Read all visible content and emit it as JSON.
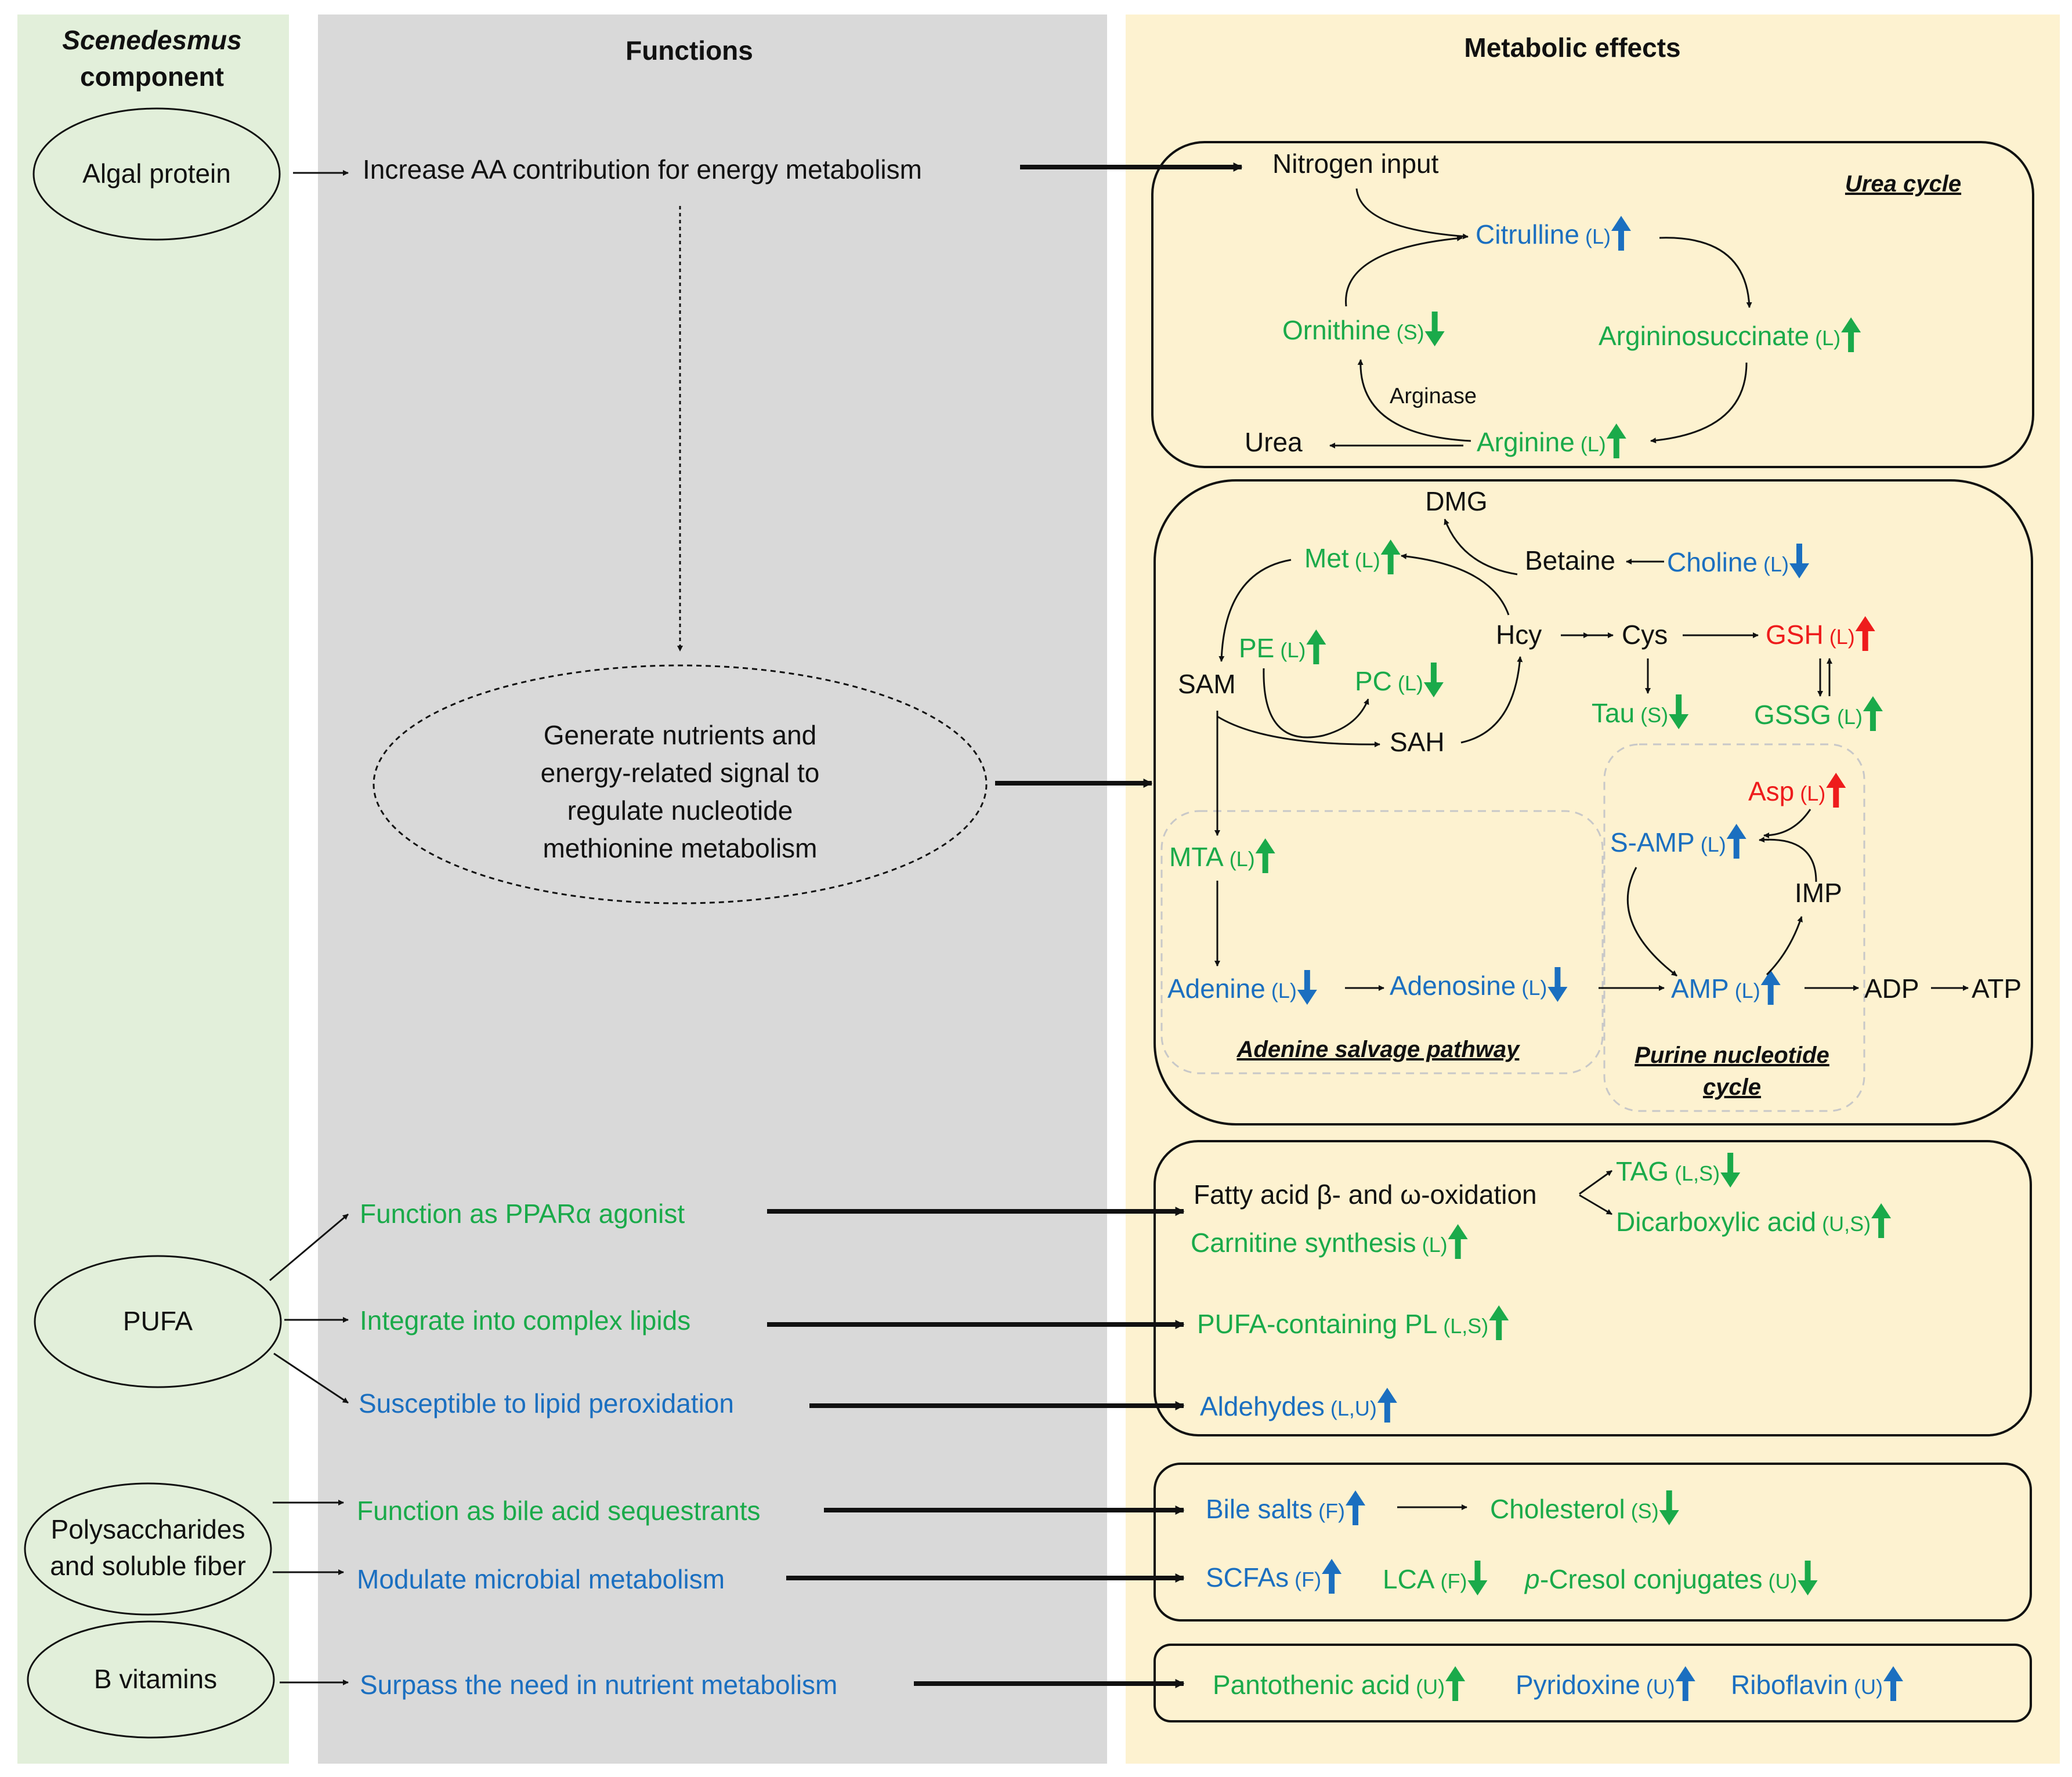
{
  "colors": {
    "green_text": "#1aaa4a",
    "blue_text": "#1b6fc0",
    "red_text": "#ee1c1c",
    "black_text": "#111111",
    "up_green": "#1aaa4a",
    "down_green": "#1aaa4a",
    "up_blue": "#1b6fc0",
    "down_blue": "#1b6fc0",
    "up_red": "#ee1c1c",
    "panel_component": "#e2efda",
    "panel_functions": "#d9d9d9",
    "panel_effects": "#fdf2d0"
  },
  "headers": {
    "component_line1": "Scenedesmus",
    "component_line2": "component",
    "functions": "Functions",
    "effects": "Metabolic effects"
  },
  "components": {
    "algal_protein": "Algal protein",
    "pufa": "PUFA",
    "poly_line1": "Polysaccharides",
    "poly_line2": "and soluble fiber",
    "b_vitamins": "B vitamins"
  },
  "functions": {
    "aa_energy": "Increase AA contribution for energy metabolism",
    "gen_line1": "Generate nutrients and",
    "gen_line2": "energy-related signal to",
    "gen_line3": "regulate nucleotide",
    "gen_line4": "methionine metabolism",
    "ppar": "Function as PPARα agonist",
    "complex_lipids": "Integrate into complex lipids",
    "peroxidation": "Susceptible to lipid peroxidation",
    "bile_seq": "Function as bile acid sequestrants",
    "microbial": "Modulate microbial metabolism",
    "surpass": "Surpass the need in nutrient metabolism"
  },
  "urea_cycle": {
    "title": "Urea cycle",
    "nitrogen_input": "Nitrogen input",
    "citrulline": {
      "name": "Citrulline",
      "tag": "(L)",
      "color": "blue",
      "trend": "up"
    },
    "ornithine": {
      "name": "Ornithine",
      "tag": "(S)",
      "color": "green",
      "trend": "down"
    },
    "argininosuccinate": {
      "name": "Argininosuccinate",
      "tag": "(L)",
      "color": "green",
      "trend": "up"
    },
    "arginine": {
      "name": "Arginine",
      "tag": "(L)",
      "color": "green",
      "trend": "up"
    },
    "arginase": "Arginase",
    "urea": "Urea"
  },
  "methionine": {
    "dmg": "DMG",
    "betaine": "Betaine",
    "choline": {
      "name": "Choline",
      "tag": "(L)",
      "color": "blue",
      "trend": "down"
    },
    "met": {
      "name": "Met",
      "tag": "(L)",
      "color": "green",
      "trend": "up"
    },
    "hcy": "Hcy",
    "cys": "Cys",
    "gsh": {
      "name": "GSH",
      "tag": "(L)",
      "color": "red",
      "trend": "up"
    },
    "pe": {
      "name": "PE",
      "tag": "(L)",
      "color": "green",
      "trend": "up"
    },
    "pc": {
      "name": "PC",
      "tag": "(L)",
      "color": "green",
      "trend": "down"
    },
    "sam": "SAM",
    "sah": "SAH",
    "tau": {
      "name": "Tau",
      "tag": "(S)",
      "color": "green",
      "trend": "down"
    },
    "gssg": {
      "name": "GSSG",
      "tag": "(L)",
      "color": "green",
      "trend": "up"
    },
    "asp": {
      "name": "Asp",
      "tag": "(L)",
      "color": "red",
      "trend": "up"
    },
    "samp": {
      "name": "S-AMP",
      "tag": "(L)",
      "color": "blue",
      "trend": "up"
    },
    "imp": "IMP",
    "mta": {
      "name": "MTA",
      "tag": "(L)",
      "color": "green",
      "trend": "up"
    },
    "adenine": {
      "name": "Adenine",
      "tag": "(L)",
      "color": "blue",
      "trend": "down"
    },
    "adenosine": {
      "name": "Adenosine",
      "tag": "(L)",
      "color": "blue",
      "trend": "down"
    },
    "amp": {
      "name": "AMP",
      "tag": "(L)",
      "color": "blue",
      "trend": "up"
    },
    "adp": "ADP",
    "atp": "ATP",
    "adenine_salvage": "Adenine salvage pathway",
    "purine_line1": "Purine nucleotide",
    "purine_line2": "cycle"
  },
  "lipid": {
    "fatty_acid": "Fatty acid β- and ω-oxidation",
    "tag": {
      "name": "TAG",
      "tag": "(L,S)",
      "color": "green",
      "trend": "down"
    },
    "dicarboxylic": {
      "name": "Dicarboxylic acid",
      "tag": "(U,S)",
      "color": "green",
      "trend": "up"
    },
    "carnitine": {
      "name": "Carnitine synthesis",
      "tag": "(L)",
      "color": "green",
      "trend": "up"
    },
    "pufa_pl": {
      "name": "PUFA-containing PL",
      "tag": "(L,S)",
      "color": "green",
      "trend": "up"
    },
    "aldehydes": {
      "name": "Aldehydes",
      "tag": "(L,U)",
      "color": "blue",
      "trend": "up"
    }
  },
  "bile": {
    "bile_salts": {
      "name": "Bile salts",
      "tag": "(F)",
      "color": "blue",
      "trend": "up"
    },
    "cholesterol": {
      "name": "Cholesterol",
      "tag": "(S)",
      "color": "green",
      "trend": "down"
    },
    "scfas": {
      "name": "SCFAs",
      "tag": "(F)",
      "color": "blue",
      "trend": "up"
    },
    "lca": {
      "name": "LCA",
      "tag": "(F)",
      "color": "green",
      "trend": "down"
    },
    "pcresol_prefix": "p",
    "pcresol": {
      "name": "-Cresol conjugates",
      "tag": "(U)",
      "color": "green",
      "trend": "down"
    }
  },
  "vitamins": {
    "pantothenic": {
      "name": "Pantothenic acid",
      "tag": "(U)",
      "color": "green",
      "trend": "up"
    },
    "pyridoxine": {
      "name": "Pyridoxine",
      "tag": "(U)",
      "color": "blue",
      "trend": "up"
    },
    "riboflavin": {
      "name": "Riboflavin",
      "tag": "(U)",
      "color": "blue",
      "trend": "up"
    }
  }
}
